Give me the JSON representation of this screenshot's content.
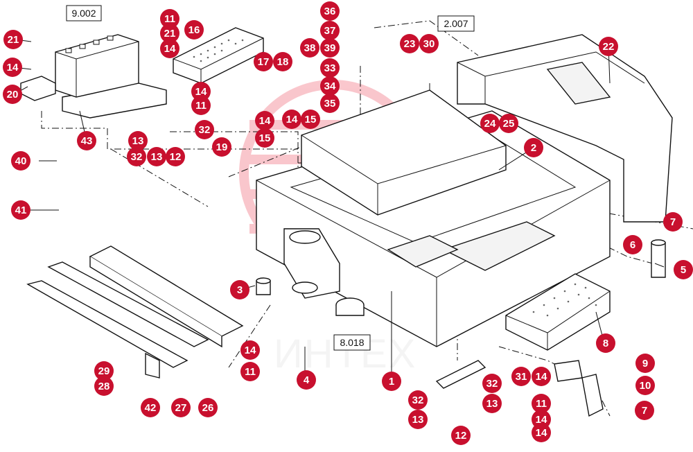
{
  "watermark": {
    "text": "ИНТЕХ",
    "color": "#e8001c"
  },
  "callout_color": "#c8102e",
  "reference_boxes": [
    {
      "id": "ref-9002",
      "text": "9.002"
    },
    {
      "id": "ref-2007",
      "text": "2.007"
    },
    {
      "id": "ref-8018",
      "text": "8.018"
    }
  ],
  "callouts": [
    {
      "label": "21"
    },
    {
      "label": "14"
    },
    {
      "label": "20"
    },
    {
      "label": "43"
    },
    {
      "label": "11"
    },
    {
      "label": "21"
    },
    {
      "label": "14"
    },
    {
      "label": "16"
    },
    {
      "label": "36"
    },
    {
      "label": "37"
    },
    {
      "label": "38"
    },
    {
      "label": "39"
    },
    {
      "label": "33"
    },
    {
      "label": "34"
    },
    {
      "label": "35"
    },
    {
      "label": "23"
    },
    {
      "label": "30"
    },
    {
      "label": "22"
    },
    {
      "label": "17"
    },
    {
      "label": "18"
    },
    {
      "label": "14"
    },
    {
      "label": "11"
    },
    {
      "label": "32"
    },
    {
      "label": "13"
    },
    {
      "label": "12"
    },
    {
      "label": "32"
    },
    {
      "label": "13"
    },
    {
      "label": "19"
    },
    {
      "label": "14"
    },
    {
      "label": "15"
    },
    {
      "label": "14"
    },
    {
      "label": "15"
    },
    {
      "label": "24"
    },
    {
      "label": "25"
    },
    {
      "label": "2"
    },
    {
      "label": "40"
    },
    {
      "label": "41"
    },
    {
      "label": "7"
    },
    {
      "label": "6"
    },
    {
      "label": "5"
    },
    {
      "label": "3"
    },
    {
      "label": "8"
    },
    {
      "label": "14"
    },
    {
      "label": "11"
    },
    {
      "label": "4"
    },
    {
      "label": "1"
    },
    {
      "label": "29"
    },
    {
      "label": "28"
    },
    {
      "label": "42"
    },
    {
      "label": "27"
    },
    {
      "label": "26"
    },
    {
      "label": "31"
    },
    {
      "label": "14"
    },
    {
      "label": "9"
    },
    {
      "label": "10"
    },
    {
      "label": "7"
    },
    {
      "label": "32"
    },
    {
      "label": "32"
    },
    {
      "label": "13"
    },
    {
      "label": "13"
    },
    {
      "label": "11"
    },
    {
      "label": "14"
    },
    {
      "label": "14"
    },
    {
      "label": "12"
    }
  ]
}
